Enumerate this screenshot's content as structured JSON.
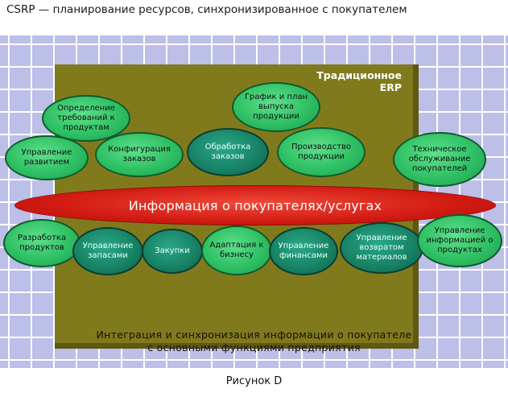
{
  "header": {
    "title": "CSRP — планирование ресурсов, синхронизированное с покупателем"
  },
  "erp_box": {
    "label_line1": "Традиционное",
    "label_line2": "ERP"
  },
  "band": {
    "text": "Информация о покупателях/услугах"
  },
  "nodes": [
    {
      "id": "requirements",
      "text": "Определение требований к продуктам",
      "style": "light"
    },
    {
      "id": "dev-mgmt",
      "text": "Управление развитием",
      "style": "light"
    },
    {
      "id": "order-config",
      "text": "Конфигурация заказов",
      "style": "light"
    },
    {
      "id": "order-processing",
      "text": "Обработка заказов",
      "style": "dark"
    },
    {
      "id": "production-schedule",
      "text": "График и план выпуска продукции",
      "style": "light"
    },
    {
      "id": "production",
      "text": "Производство продукции",
      "style": "light"
    },
    {
      "id": "tech-support",
      "text": "Техническое обслуживание покупателей",
      "style": "light"
    },
    {
      "id": "product-dev",
      "text": "Разработка продуктов",
      "style": "light"
    },
    {
      "id": "inventory",
      "text": "Управление запасами",
      "style": "dark"
    },
    {
      "id": "purchasing",
      "text": "Закупки",
      "style": "dark"
    },
    {
      "id": "business-adapt",
      "text": "Адаптация к бизнесу",
      "style": "light"
    },
    {
      "id": "finance",
      "text": "Управление финансами",
      "style": "dark"
    },
    {
      "id": "returns",
      "text": "Управление возвратом материалов",
      "style": "dark"
    },
    {
      "id": "product-info",
      "text": "Управление информацией о продуктах",
      "style": "light"
    }
  ],
  "caption": {
    "line1": "Интеграция и синхронизация информации о покупателе",
    "line2": "с основными функциями предприятия"
  },
  "figure_label": "Рисунок D"
}
